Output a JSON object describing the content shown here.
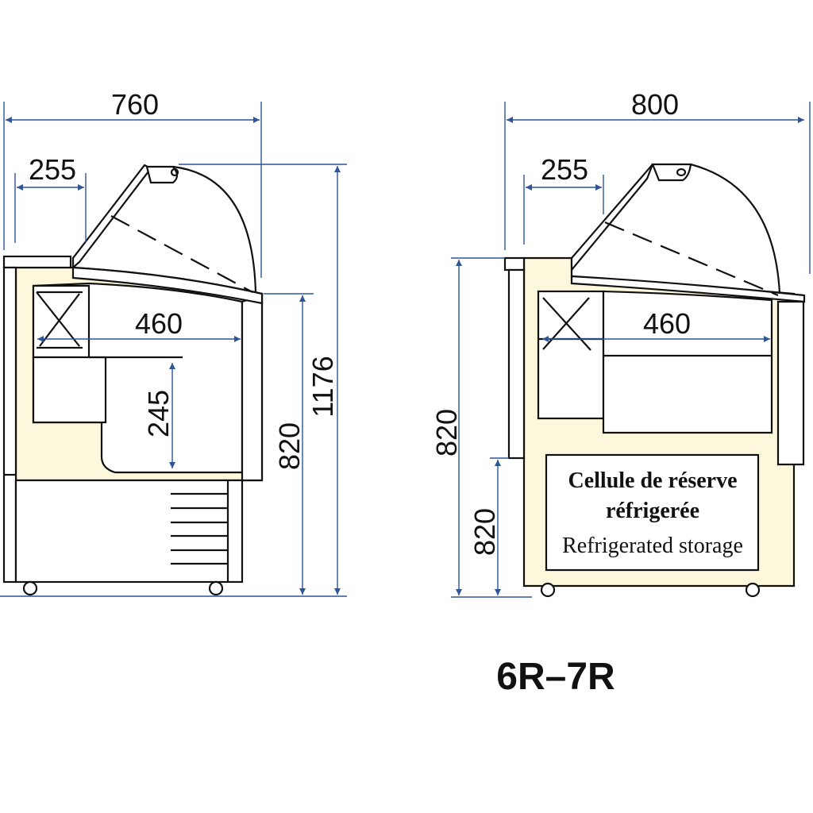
{
  "left_unit": {
    "dimensions": {
      "overall_depth": "760",
      "top_opening": "255",
      "well_width": "460",
      "well_depth": "245",
      "counter_height": "820",
      "total_height": "1176"
    }
  },
  "right_unit": {
    "dimensions": {
      "overall_depth": "800",
      "top_opening": "255",
      "well_width": "460",
      "counter_height": "820",
      "storage_height": "820"
    },
    "storage_label": {
      "fr_line1": "Cellule de réserve",
      "fr_line2": "réfrigerée",
      "en": "Refrigerated storage"
    }
  },
  "model": "6R–7R",
  "colors": {
    "dimension_line": "#2f5597",
    "body_fill": "#fdf8dc"
  }
}
